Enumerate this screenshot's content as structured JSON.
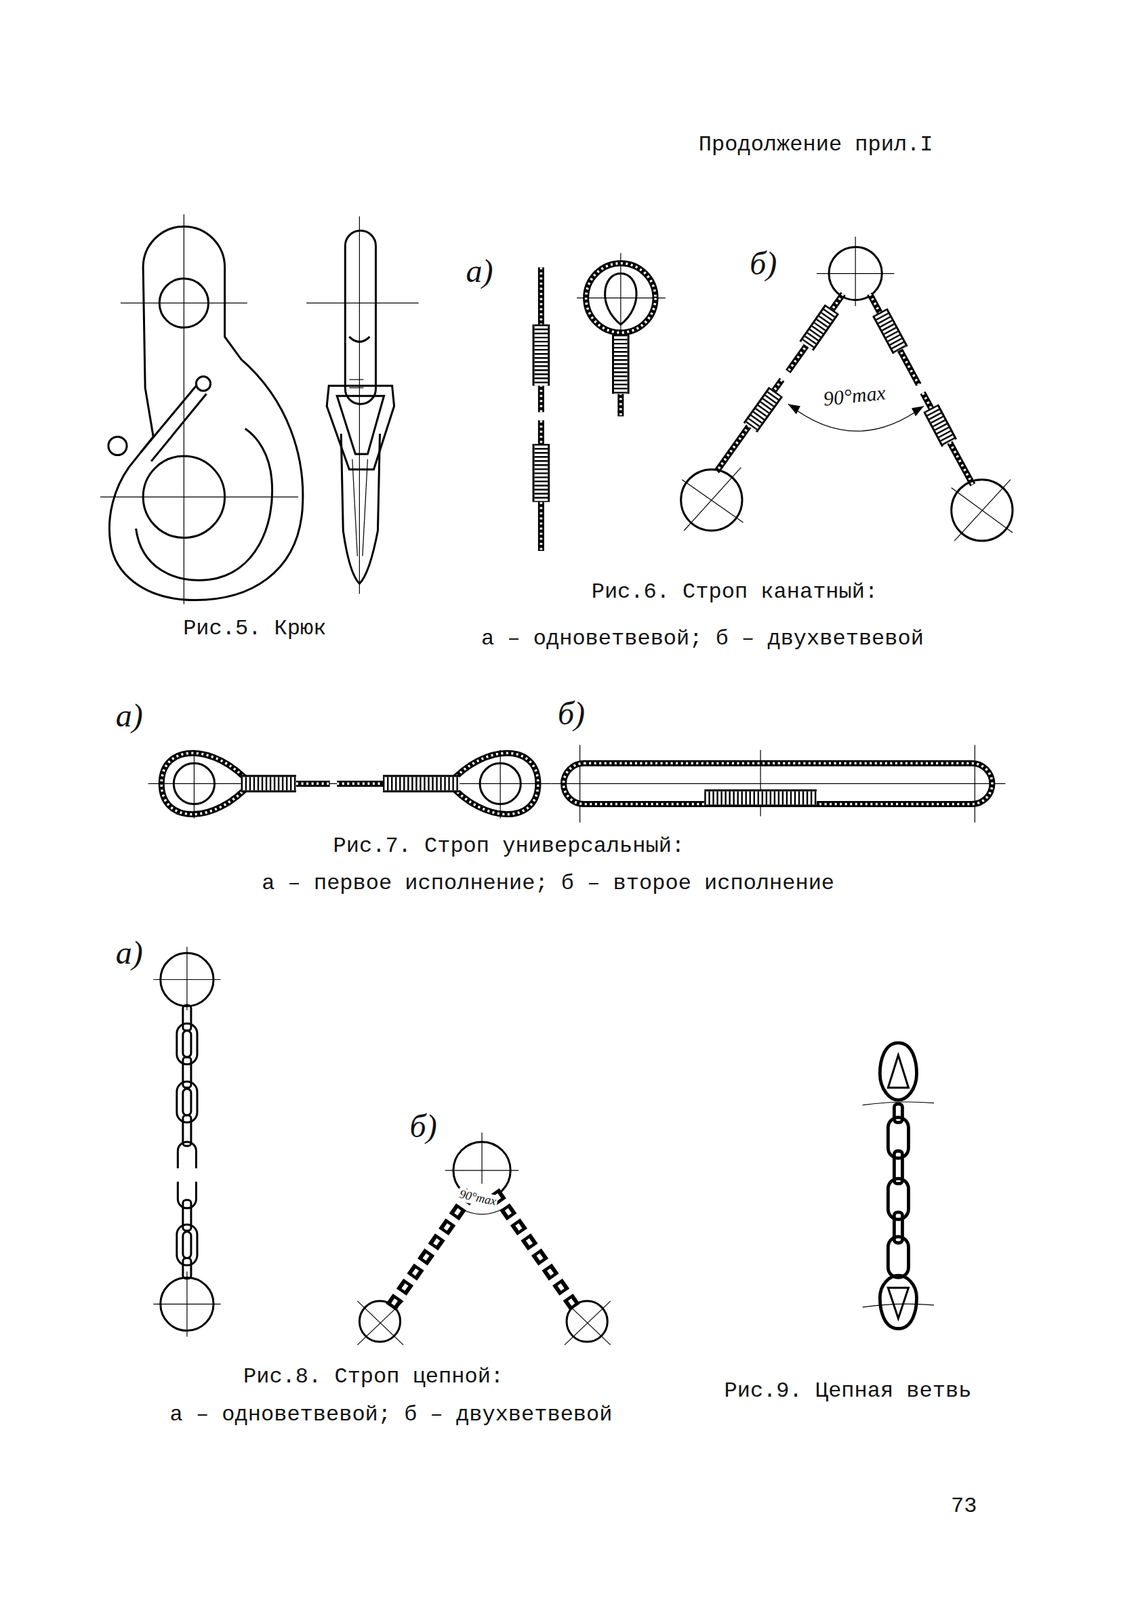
{
  "diagram": {
    "labels": [
      "Продолжение прил.I",
      "а)",
      "б)",
      "90°max",
      "Рис.5. Крюк",
      "Рис.6. Строп канатный:",
      "а – одноветвевой; б – двухветвевой",
      "а)",
      "б)",
      "Рис.7. Строп универсальный:",
      "а – первое исполнение; б – второе исполнение",
      "а)",
      "б)",
      "90°max",
      "Рис.8. Строп цепной:",
      "а – одноветвевой; б – двухветвевой",
      "Рис.9. Цепная ветвь",
      "73"
    ]
  }
}
